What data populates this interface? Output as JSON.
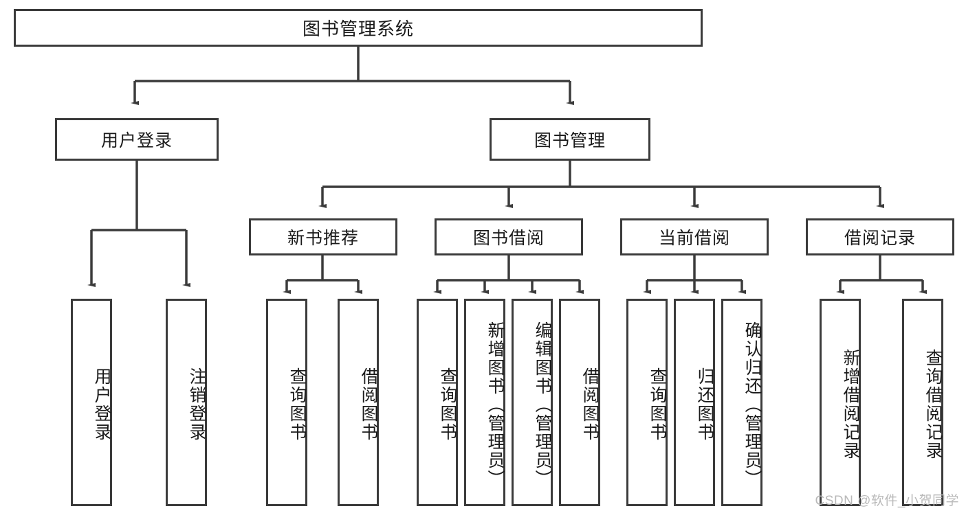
{
  "diagram": {
    "type": "tree-hierarchy-chart",
    "title": "图书管理系统",
    "root": {
      "id": "root",
      "label": "图书管理系统"
    },
    "level2": [
      {
        "id": "user-login",
        "label": "用户登录"
      },
      {
        "id": "book-management",
        "label": "图书管理"
      }
    ],
    "level3": [
      {
        "id": "new-book-recommend",
        "label": "新书推荐",
        "parent": "book-management"
      },
      {
        "id": "book-borrow",
        "label": "图书借阅",
        "parent": "book-management"
      },
      {
        "id": "current-borrow",
        "label": "当前借阅",
        "parent": "book-management"
      },
      {
        "id": "borrow-record",
        "label": "借阅记录",
        "parent": "book-management"
      }
    ],
    "leaves": {
      "user_login": [
        {
          "id": "leaf-user-login",
          "label": "用户登录"
        },
        {
          "id": "leaf-logout-login",
          "label": "注销登录"
        }
      ],
      "new_book_recommend": [
        {
          "id": "leaf-query-book-1",
          "label": "查询图书"
        },
        {
          "id": "leaf-borrow-book-1",
          "label": "借阅图书"
        }
      ],
      "book_borrow": [
        {
          "id": "leaf-query-book-2",
          "label": "查询图书"
        },
        {
          "id": "leaf-add-book",
          "label": "新增图书（管理员）"
        },
        {
          "id": "leaf-edit-book",
          "label": "编辑图书（管理员）"
        },
        {
          "id": "leaf-borrow-book-2",
          "label": "借阅图书"
        }
      ],
      "current_borrow": [
        {
          "id": "leaf-query-book-3",
          "label": "查询图书"
        },
        {
          "id": "leaf-return-book",
          "label": "归还图书"
        },
        {
          "id": "leaf-confirm-return",
          "label": "确认归还（管理员）"
        }
      ],
      "borrow_record": [
        {
          "id": "leaf-add-record",
          "label": "新增借阅记录"
        },
        {
          "id": "leaf-query-record",
          "label": "查询借阅记录"
        }
      ]
    },
    "colors": {
      "stroke": "#3b3b3b",
      "fill": "#ffffff",
      "text": "#1a1a1a",
      "watermark": "#b9b9b9"
    }
  },
  "watermark": {
    "text": "CSDN @软件_小贺同学"
  }
}
